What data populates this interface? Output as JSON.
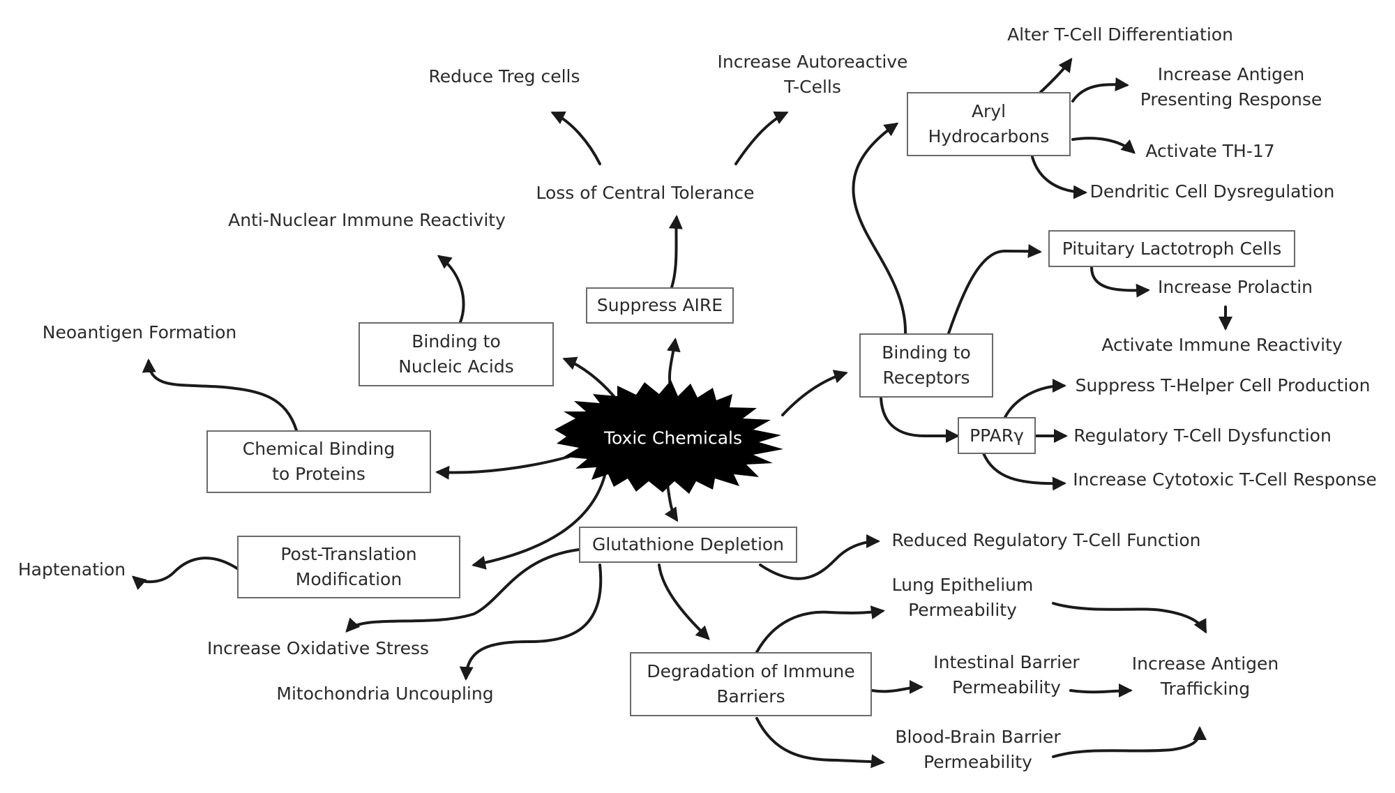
{
  "center": {
    "label": "Toxic Chemicals"
  },
  "nodes": {
    "suppress_aire": "Suppress AIRE",
    "loss_central_tolerance": "Loss of Central Tolerance",
    "reduce_treg": "Reduce Treg cells",
    "increase_autoreactive": [
      "Increase Autoreactive",
      "T-Cells"
    ],
    "binding_nucleic": [
      "Binding to",
      "Nucleic Acids"
    ],
    "anti_nuclear": "Anti-Nuclear Immune Reactivity",
    "chemical_binding": [
      "Chemical Binding",
      "to Proteins"
    ],
    "neoantigen": "Neoantigen Formation",
    "post_translation": [
      "Post-Translation",
      "Modification"
    ],
    "haptenation": "Haptenation",
    "glutathione": "Glutathione Depletion",
    "oxidative": "Increase Oxidative Stress",
    "mitochondria": "Mitochondria Uncoupling",
    "reduced_treg_function": "Reduced Regulatory T-Cell Function",
    "degradation": [
      "Degradation of Immune",
      "Barriers"
    ],
    "lung": [
      "Lung Epithelium",
      "Permeability"
    ],
    "intestinal": [
      "Intestinal Barrier",
      "Permeability"
    ],
    "bbb": [
      "Blood-Brain Barrier",
      "Permeability"
    ],
    "antigen_trafficking": [
      "Increase Antigen",
      "Trafficking"
    ],
    "binding_receptors": [
      "Binding to",
      "Receptors"
    ],
    "aryl": [
      "Aryl",
      "Hydrocarbons"
    ],
    "alter_tcell": "Alter T-Cell Differentiation",
    "antigen_presenting": [
      "Increase Antigen",
      "Presenting Response"
    ],
    "th17": "Activate TH-17",
    "dendritic": "Dendritic Cell Dysregulation",
    "pituitary": "Pituitary Lactotroph Cells",
    "prolactin": "Increase Prolactin",
    "immune_reactivity": "Activate Immune Reactivity",
    "ppar": "PPARγ",
    "suppress_th": "Suppress T-Helper Cell Production",
    "reg_dysfunction": "Regulatory T-Cell Dysfunction",
    "cytotoxic": "Increase Cytotoxic T-Cell Response"
  }
}
